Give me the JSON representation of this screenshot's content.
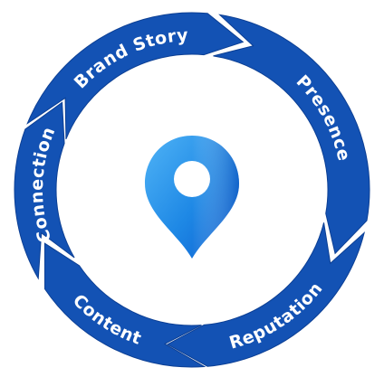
{
  "diagram": {
    "segments": [
      {
        "id": "brand-story",
        "label": "Brand Story"
      },
      {
        "id": "presence",
        "label": "Presence"
      },
      {
        "id": "reputation",
        "label": "Reputation"
      },
      {
        "id": "content",
        "label": "Content"
      },
      {
        "id": "connection",
        "label": "Connection"
      }
    ],
    "center_icon": "map-pin-icon",
    "colors": {
      "segment": "#1352B4",
      "segment_dark": "#0C3F94",
      "pin_light": "#3AA0F0",
      "pin_dark": "#0A63D6",
      "label": "#FFFFFF",
      "background": "#FFFFFF"
    }
  }
}
